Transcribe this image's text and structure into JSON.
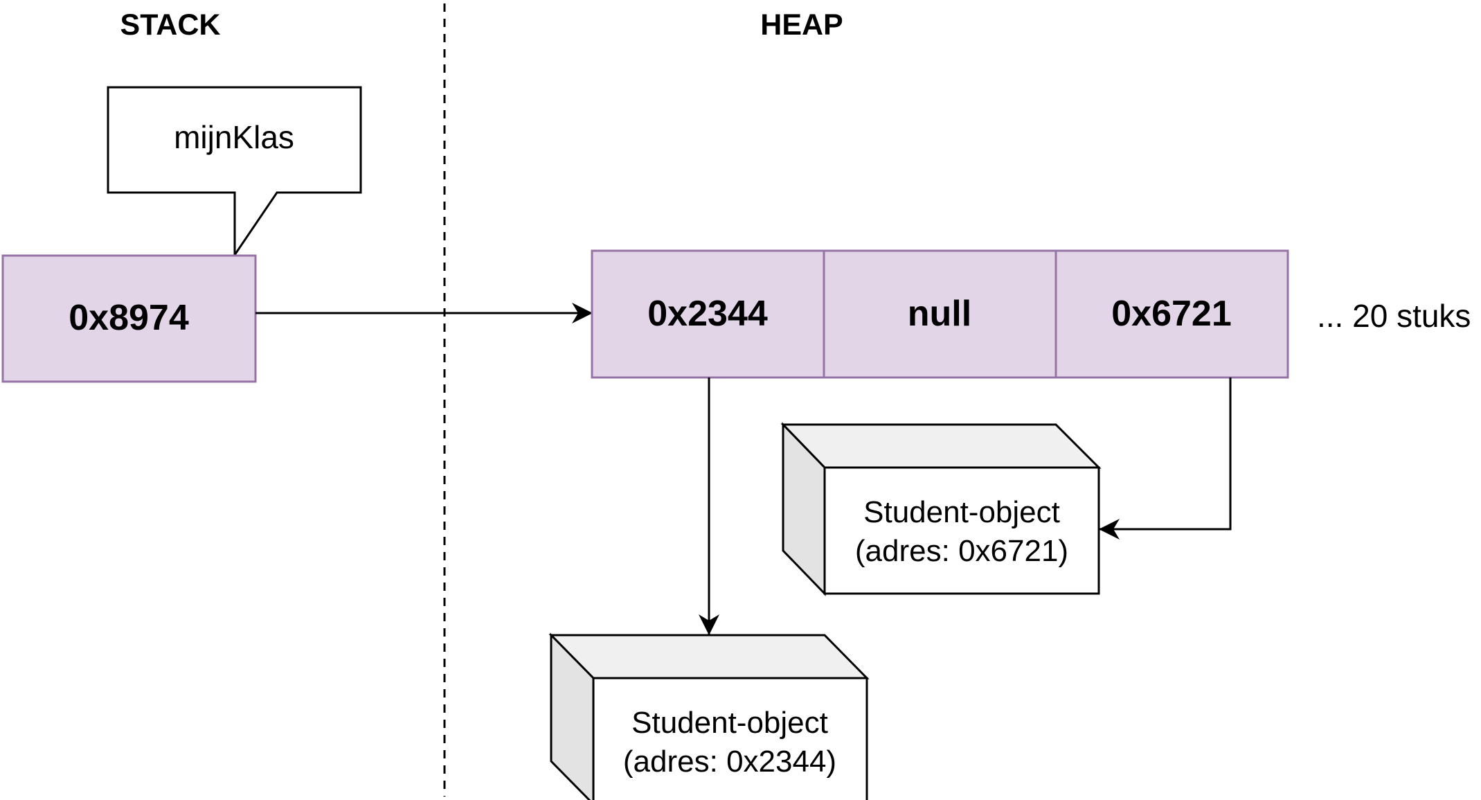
{
  "stack": {
    "title": "STACK",
    "variable_name": "mijnKlas",
    "reference_value": "0x8974"
  },
  "heap": {
    "title": "HEAP",
    "array_cells": [
      "0x2344",
      "null",
      "0x6721"
    ],
    "array_note": "... 20 stuks",
    "objects": [
      {
        "line1": "Student-object",
        "line2": "(adres: 0x6721)"
      },
      {
        "line1": "Student-object",
        "line2": "(adres: 0x2344)"
      }
    ]
  },
  "colors": {
    "cell_fill": "#e1d5e7",
    "cell_stroke": "#9673a6",
    "box_top": "#f0f0f0",
    "box_side": "#e3e3e3",
    "line": "#000000"
  }
}
